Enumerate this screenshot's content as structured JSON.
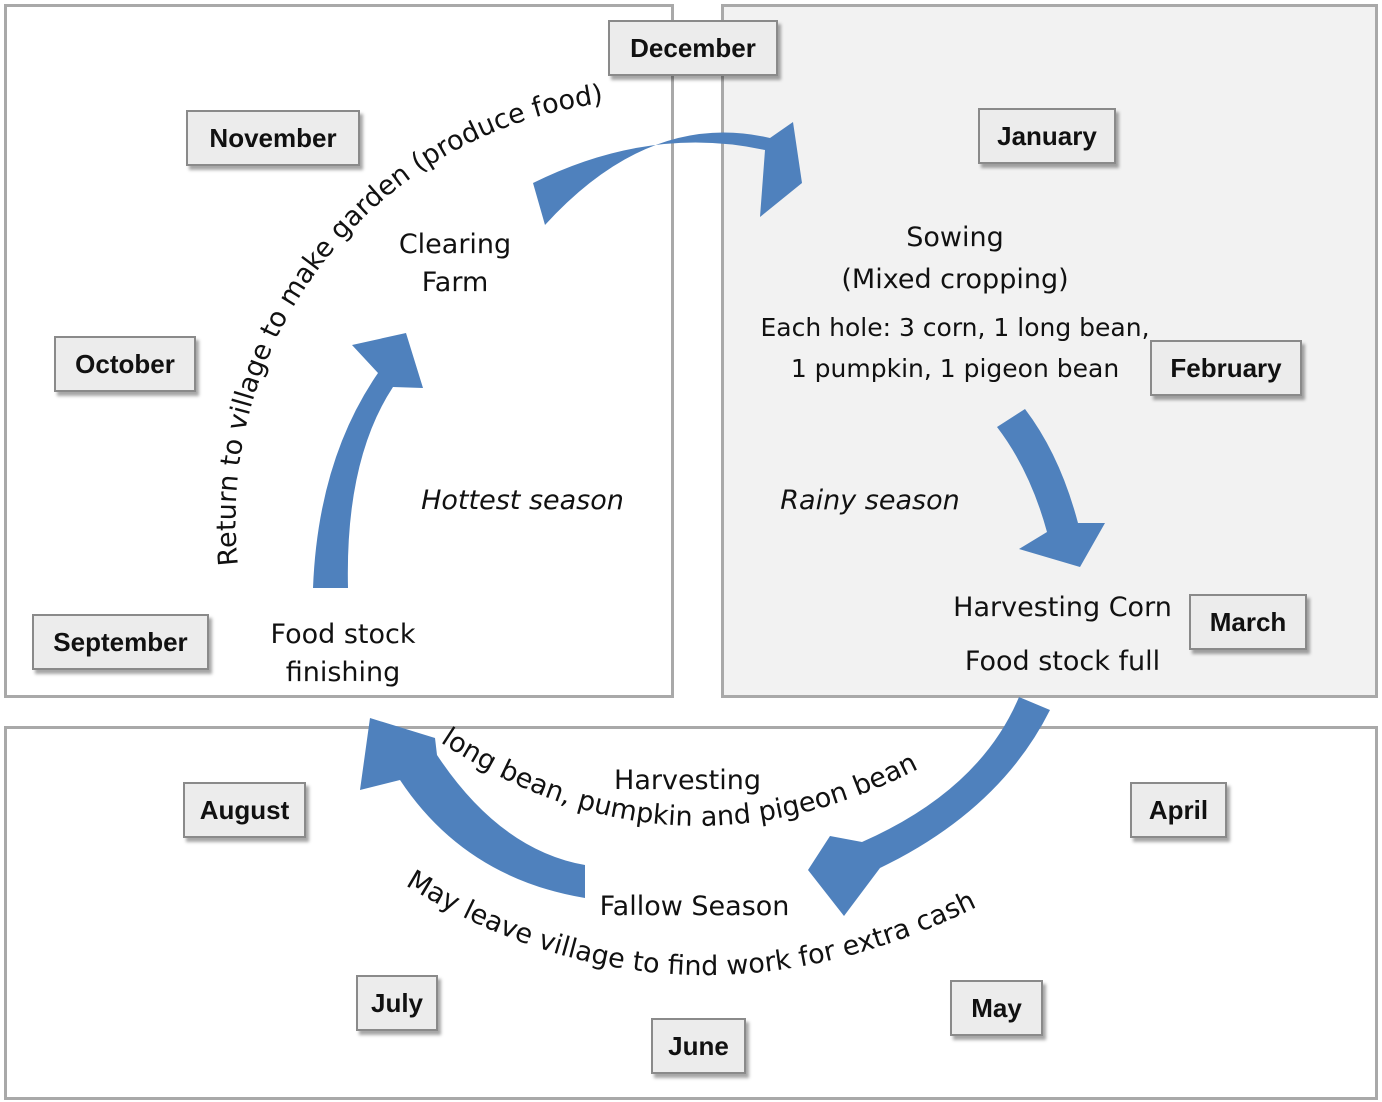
{
  "months": {
    "december": "December",
    "november": "November",
    "october": "October",
    "september": "September",
    "january": "January",
    "february": "February",
    "march": "March",
    "april": "April",
    "may": "May",
    "june": "June",
    "july": "July",
    "august": "August"
  },
  "activities": {
    "clearing": [
      "Clearing",
      "Farm"
    ],
    "sowing": [
      "Sowing",
      "(Mixed cropping)"
    ],
    "each_hole": [
      "Each hole: 3 corn, 1 long bean,",
      "1 pumpkin, 1 pigeon bean"
    ],
    "harvest_corn": "Harvesting Corn",
    "stock_full": "Food stock full",
    "stock_finishing": [
      "Food stock",
      "finishing"
    ],
    "fallow": "Fallow Season",
    "harvest_beans_1": "Harvesting",
    "harvest_beans_2": "long bean, pumpkin and pigeon bean",
    "return_village": "Return to village to make garden (produce food)",
    "leave_village": "May leave village to find work for extra cash"
  },
  "seasons": {
    "hottest": "Hottest season",
    "rainy": "Rainy season"
  },
  "colors": {
    "arrow": "#4f81bd",
    "panel_border": "#a9a9a9",
    "panel_shaded": "#f2f2f2",
    "month_box": "#ececec"
  }
}
